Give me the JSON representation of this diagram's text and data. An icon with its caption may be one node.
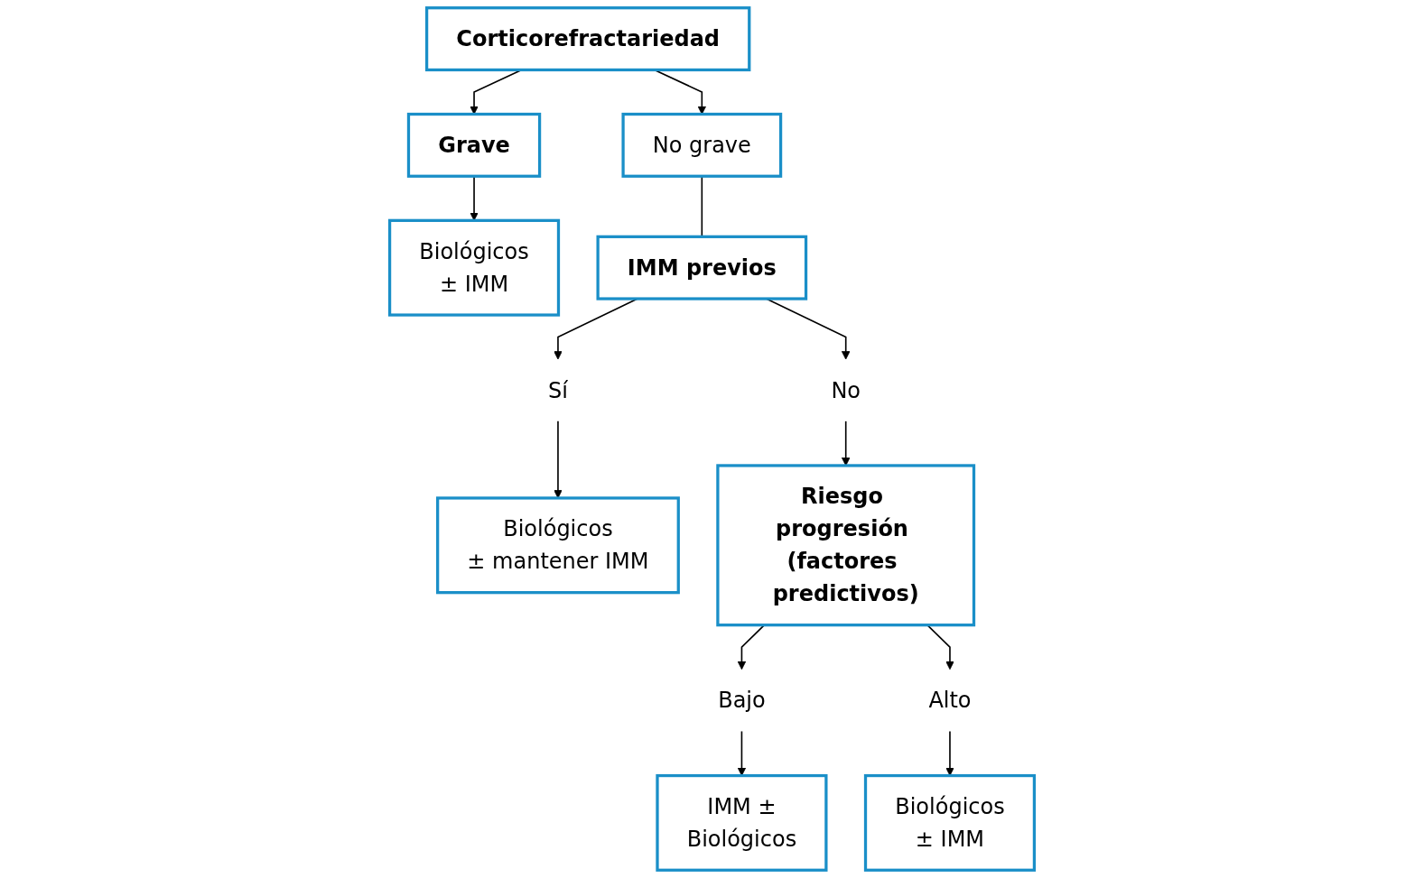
{
  "diagram": {
    "nodes": [
      {
        "text": [
          "Corticorefractariedad"
        ]
      },
      {
        "text": [
          "Grave"
        ]
      },
      {
        "text": [
          "No grave"
        ]
      },
      {
        "text": [
          "Biológicos",
          "± IMM"
        ]
      },
      {
        "text": [
          "IMM previos"
        ]
      },
      {
        "text": [
          "Sí"
        ]
      },
      {
        "text": [
          "No"
        ]
      },
      {
        "text": [
          "Biológicos",
          "± mantener IMM"
        ]
      },
      {
        "text": [
          "Riesgo progresión (factores predictivos)"
        ]
      },
      {
        "text": [
          "Bajo"
        ]
      },
      {
        "text": [
          "Alto"
        ]
      },
      {
        "text": [
          "IMM ±",
          "Biológicos"
        ]
      },
      {
        "text": [
          "Biológicos",
          "± IMM"
        ]
      }
    ],
    "edges": [
      {
        "from": 0,
        "to": 1,
        "arrow": "to"
      },
      {
        "from": 0,
        "to": 2,
        "arrow": "to"
      },
      {
        "from": 1,
        "to": 3,
        "arrow": "to"
      },
      {
        "from": 2,
        "to": 4,
        "arrow": "none"
      },
      {
        "from": 4,
        "to": 5,
        "arrow": "to"
      },
      {
        "from": 4,
        "to": 6,
        "arrow": "to"
      },
      {
        "from": 5,
        "to": 7,
        "arrow": "to"
      },
      {
        "from": 6,
        "to": 8,
        "arrow": "to"
      },
      {
        "from": 8,
        "to": 9,
        "arrow": "to"
      },
      {
        "from": 8,
        "to": 10,
        "arrow": "to"
      },
      {
        "from": 9,
        "to": 11,
        "arrow": "to"
      },
      {
        "from": 10,
        "to": 12,
        "arrow": "to"
      }
    ]
  }
}
